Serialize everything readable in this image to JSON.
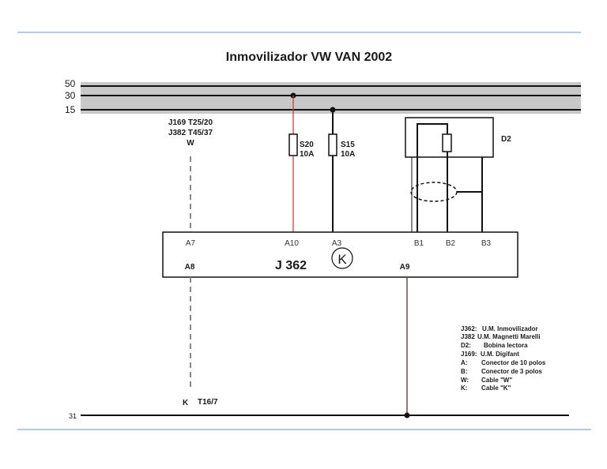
{
  "title": "Inmovilizador VW VAN 2002",
  "buses": {
    "b50": "50",
    "b30": "30",
    "b15": "15",
    "ground": "31"
  },
  "connector_note": {
    "line1": "J169 T25/20",
    "line2": "J382 T45/37",
    "line3": "W"
  },
  "fuses": {
    "s20": {
      "name": "S20",
      "rating": "10A"
    },
    "s15": {
      "name": "S15",
      "rating": "10A"
    }
  },
  "reader_coil": {
    "label": "D2"
  },
  "module": {
    "name": "J 362",
    "symbol": "K",
    "pins": {
      "a7": "A7",
      "a10": "A10",
      "a3": "A3",
      "b1": "B1",
      "b2": "B2",
      "b3": "B3",
      "a8": "A8",
      "a9": "A9"
    }
  },
  "bottom_connector": {
    "k": "K",
    "t": "T16/7"
  },
  "legend": [
    {
      "key": "J362:",
      "text": "U.M. Inmovilizador"
    },
    {
      "key": "J382",
      "text": "U.M. Magnetti Marelli"
    },
    {
      "key": "D2:",
      "text": "Bobina lectora"
    },
    {
      "key": "J169:",
      "text": "U.M. Digifant"
    },
    {
      "key": "A:",
      "text": "Conector de 10 polos"
    },
    {
      "key": "B:",
      "text": "Conector de 3 polos"
    },
    {
      "key": "W:",
      "text": "Cable \"W\""
    },
    {
      "key": "K:",
      "text": "Cable \"K\""
    }
  ],
  "colors": {
    "rule": "#6a9ac4",
    "bus_band": "#c8c8c8",
    "wire_red": "#d32f2f",
    "wire_brown": "#6d4c41",
    "wire_black": "#111111"
  }
}
